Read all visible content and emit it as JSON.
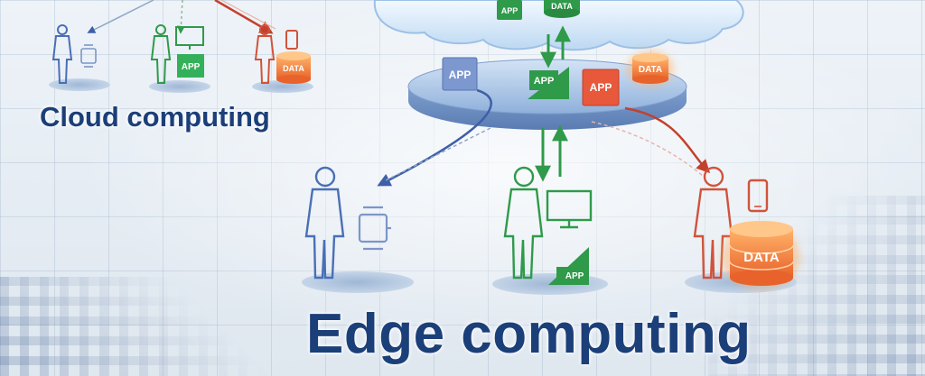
{
  "cloud_section": {
    "title": "Cloud computing",
    "cloud_labels": {
      "app": "APP",
      "data": "DATA"
    },
    "users": [
      {
        "role": "wearable-user",
        "device": "watch",
        "color": "#4a6fb5"
      },
      {
        "role": "display-user",
        "device": "monitor",
        "badge": "APP",
        "color": "#2f9a4a"
      },
      {
        "role": "mobile-user",
        "device": "phone",
        "badge": "DATA",
        "color": "#d0533b"
      }
    ]
  },
  "edge_section": {
    "title": "Edge computing",
    "platform_labels": {
      "blue_app": "APP",
      "green_app": "APP",
      "red_app": "APP",
      "data": "DATA"
    },
    "users": [
      {
        "role": "wearable-user",
        "device": "watch",
        "color": "#4a6fb5"
      },
      {
        "role": "display-user",
        "device": "monitor",
        "badge": "APP",
        "color": "#2f9a4a"
      },
      {
        "role": "mobile-user",
        "device": "phone",
        "badge": "DATA",
        "color": "#d0533b"
      }
    ]
  },
  "colors": {
    "title": "#1b3f78",
    "blue": "#4a6fb5",
    "green": "#2f9a4a",
    "red": "#d0533b",
    "orange_data": "#f08a3c",
    "platform": "#a9c3e6"
  }
}
